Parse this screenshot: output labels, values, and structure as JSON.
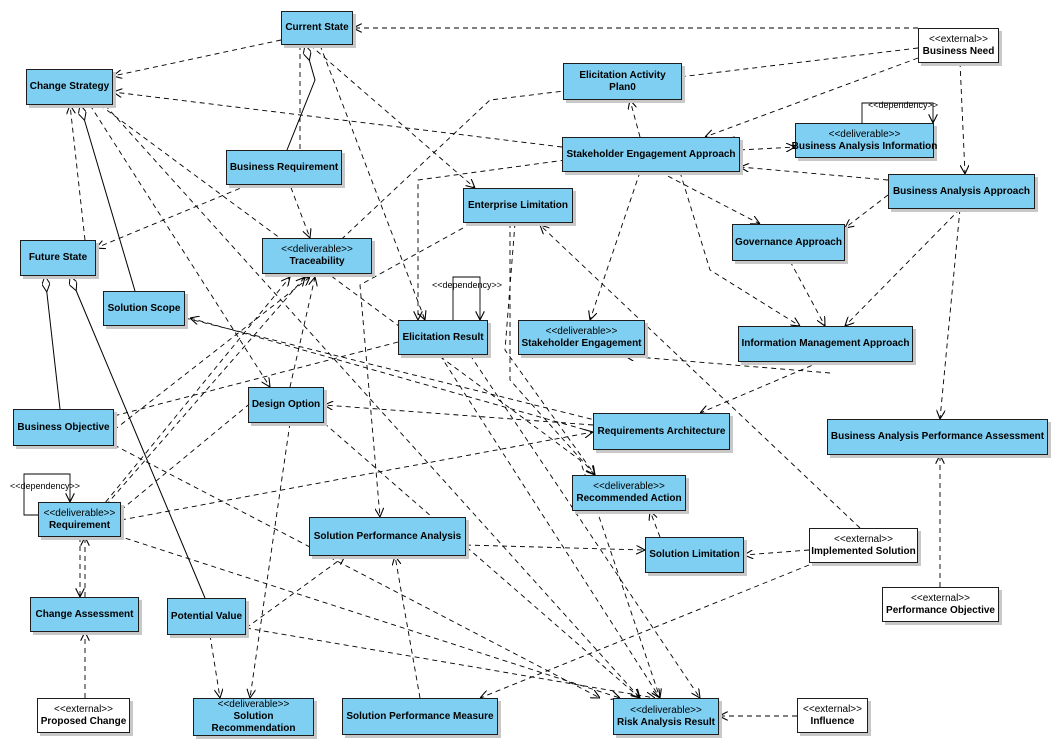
{
  "stereotypes": {
    "deliverable": "<<deliverable>>",
    "external": "<<external>>",
    "dependency": "<<dependency>>"
  },
  "nodes": [
    {
      "id": "current-state",
      "name": "Current State",
      "stereotype": "",
      "kind": "element"
    },
    {
      "id": "change-strategy",
      "name": "Change Strategy",
      "stereotype": "",
      "kind": "element"
    },
    {
      "id": "business-need",
      "name": "Business Need",
      "stereotype": "<<external>>",
      "kind": "external"
    },
    {
      "id": "elicitation-activity-plan",
      "name": "Elicitation Activity\nPlan0",
      "stereotype": "",
      "kind": "element"
    },
    {
      "id": "stakeholder-engagement-approach",
      "name": "Stakeholder Engagement Approach",
      "stereotype": "",
      "kind": "element"
    },
    {
      "id": "business-analysis-information",
      "name": "Business Analysis Information",
      "stereotype": "<<deliverable>>",
      "kind": "element"
    },
    {
      "id": "business-requirement",
      "name": "Business Requirement",
      "stereotype": "",
      "kind": "element"
    },
    {
      "id": "enterprise-limitation",
      "name": "Enterprise Limitation",
      "stereotype": "",
      "kind": "element"
    },
    {
      "id": "business-analysis-approach",
      "name": "Business Analysis Approach",
      "stereotype": "",
      "kind": "element"
    },
    {
      "id": "future-state",
      "name": "Future State",
      "stereotype": "",
      "kind": "element"
    },
    {
      "id": "traceability",
      "name": "Traceability",
      "stereotype": "<<deliverable>>",
      "kind": "element"
    },
    {
      "id": "governance-approach",
      "name": "Governance Approach",
      "stereotype": "",
      "kind": "element"
    },
    {
      "id": "solution-scope",
      "name": "Solution Scope",
      "stereotype": "",
      "kind": "element"
    },
    {
      "id": "elicitation-result",
      "name": "Elicitation Result",
      "stereotype": "",
      "kind": "element"
    },
    {
      "id": "stakeholder-engagement",
      "name": "Stakeholder Engagement",
      "stereotype": "<<deliverable>>",
      "kind": "element"
    },
    {
      "id": "information-management-approach",
      "name": "Information Management Approach",
      "stereotype": "",
      "kind": "element"
    },
    {
      "id": "design-option",
      "name": "Design Option",
      "stereotype": "",
      "kind": "element"
    },
    {
      "id": "business-objective",
      "name": "Business Objective",
      "stereotype": "",
      "kind": "element"
    },
    {
      "id": "requirements-architecture",
      "name": "Requirements Architecture",
      "stereotype": "",
      "kind": "element"
    },
    {
      "id": "business-analysis-performance-assessment",
      "name": "Business Analysis Performance Assessment",
      "stereotype": "",
      "kind": "element"
    },
    {
      "id": "requirement",
      "name": "Requirement",
      "stereotype": "<<deliverable>>",
      "kind": "element"
    },
    {
      "id": "recommended-action",
      "name": "Recommended Action",
      "stereotype": "<<deliverable>>",
      "kind": "element"
    },
    {
      "id": "solution-performance-analysis",
      "name": "Solution Performance Analysis",
      "stereotype": "",
      "kind": "element"
    },
    {
      "id": "solution-limitation",
      "name": "Solution Limitation",
      "stereotype": "",
      "kind": "element"
    },
    {
      "id": "implemented-solution",
      "name": "Implemented Solution",
      "stereotype": "<<external>>",
      "kind": "external"
    },
    {
      "id": "performance-objective",
      "name": "Performance Objective",
      "stereotype": "<<external>>",
      "kind": "external"
    },
    {
      "id": "change-assessment",
      "name": "Change Assessment",
      "stereotype": "",
      "kind": "element"
    },
    {
      "id": "potential-value",
      "name": "Potential Value",
      "stereotype": "",
      "kind": "element"
    },
    {
      "id": "proposed-change",
      "name": "Proposed Change",
      "stereotype": "<<external>>",
      "kind": "external"
    },
    {
      "id": "solution-recommendation",
      "name": "Solution\nRecommendation",
      "stereotype": "<<deliverable>>",
      "kind": "element"
    },
    {
      "id": "solution-performance-measure",
      "name": "Solution Performance Measure",
      "stereotype": "",
      "kind": "element"
    },
    {
      "id": "risk-analysis-result",
      "name": "Risk Analysis Result",
      "stereotype": "<<deliverable>>",
      "kind": "element"
    },
    {
      "id": "influence",
      "name": "Influence",
      "stereotype": "<<external>>",
      "kind": "external"
    }
  ],
  "dependency_labels": [
    "<<dependency>>",
    "<<dependency>>",
    "<<dependency>>"
  ]
}
